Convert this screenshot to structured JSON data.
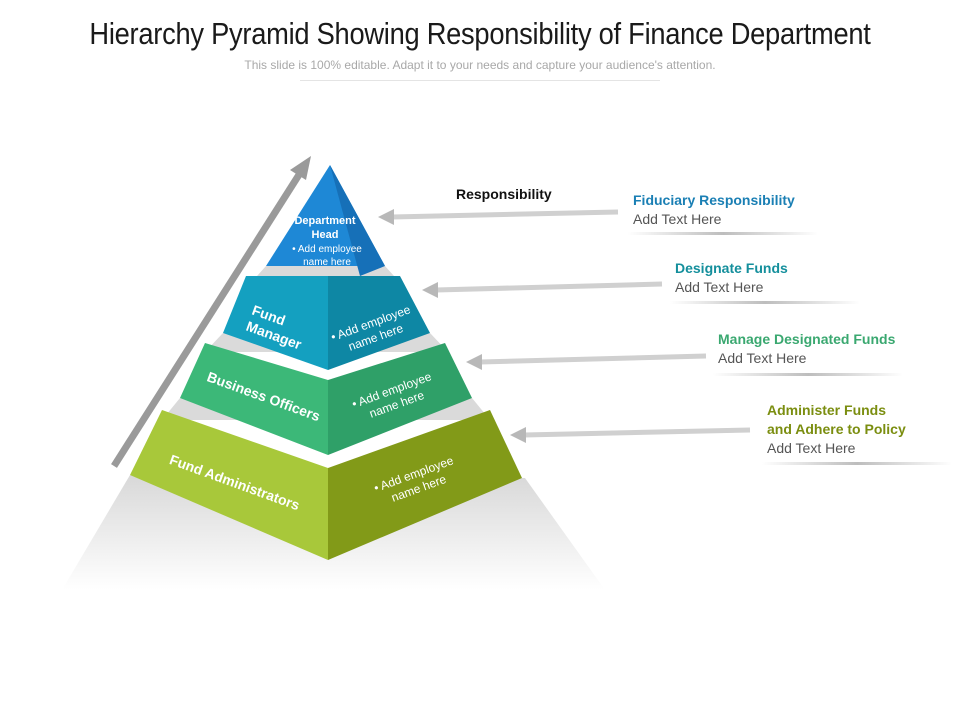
{
  "title": "Hierarchy Pyramid Showing Responsibility of Finance Department",
  "subtitle": "This slide is 100% editable. Adapt it to your needs and capture your audience's attention.",
  "responsibility_label": "Responsibility",
  "levels": [
    {
      "name": "Department\nHead",
      "bullet": "Add employee\nname here",
      "color": "#1e88d6"
    },
    {
      "name": "Fund\nManager",
      "bullet": "Add employee\nname here",
      "color": "#14a0c0"
    },
    {
      "name": "Business Officers",
      "bullet": "Add employee\nname here",
      "color": "#3cb878"
    },
    {
      "name": "Fund Administrators",
      "bullet": "Add employee\nname here",
      "color": "#a8c83a"
    }
  ],
  "cards": [
    {
      "title": "Fiduciary Responsibility",
      "text": "Add Text Here",
      "color": "#1a7fb4"
    },
    {
      "title": "Designate Funds",
      "text": "Add Text Here",
      "color": "#148f9c"
    },
    {
      "title": "Manage Designated Funds",
      "text": "Add Text Here",
      "color": "#3aa870"
    },
    {
      "title": "Administer Funds\nand Adhere to Policy",
      "text": "Add Text Here",
      "color": "#7b8e10"
    }
  ]
}
